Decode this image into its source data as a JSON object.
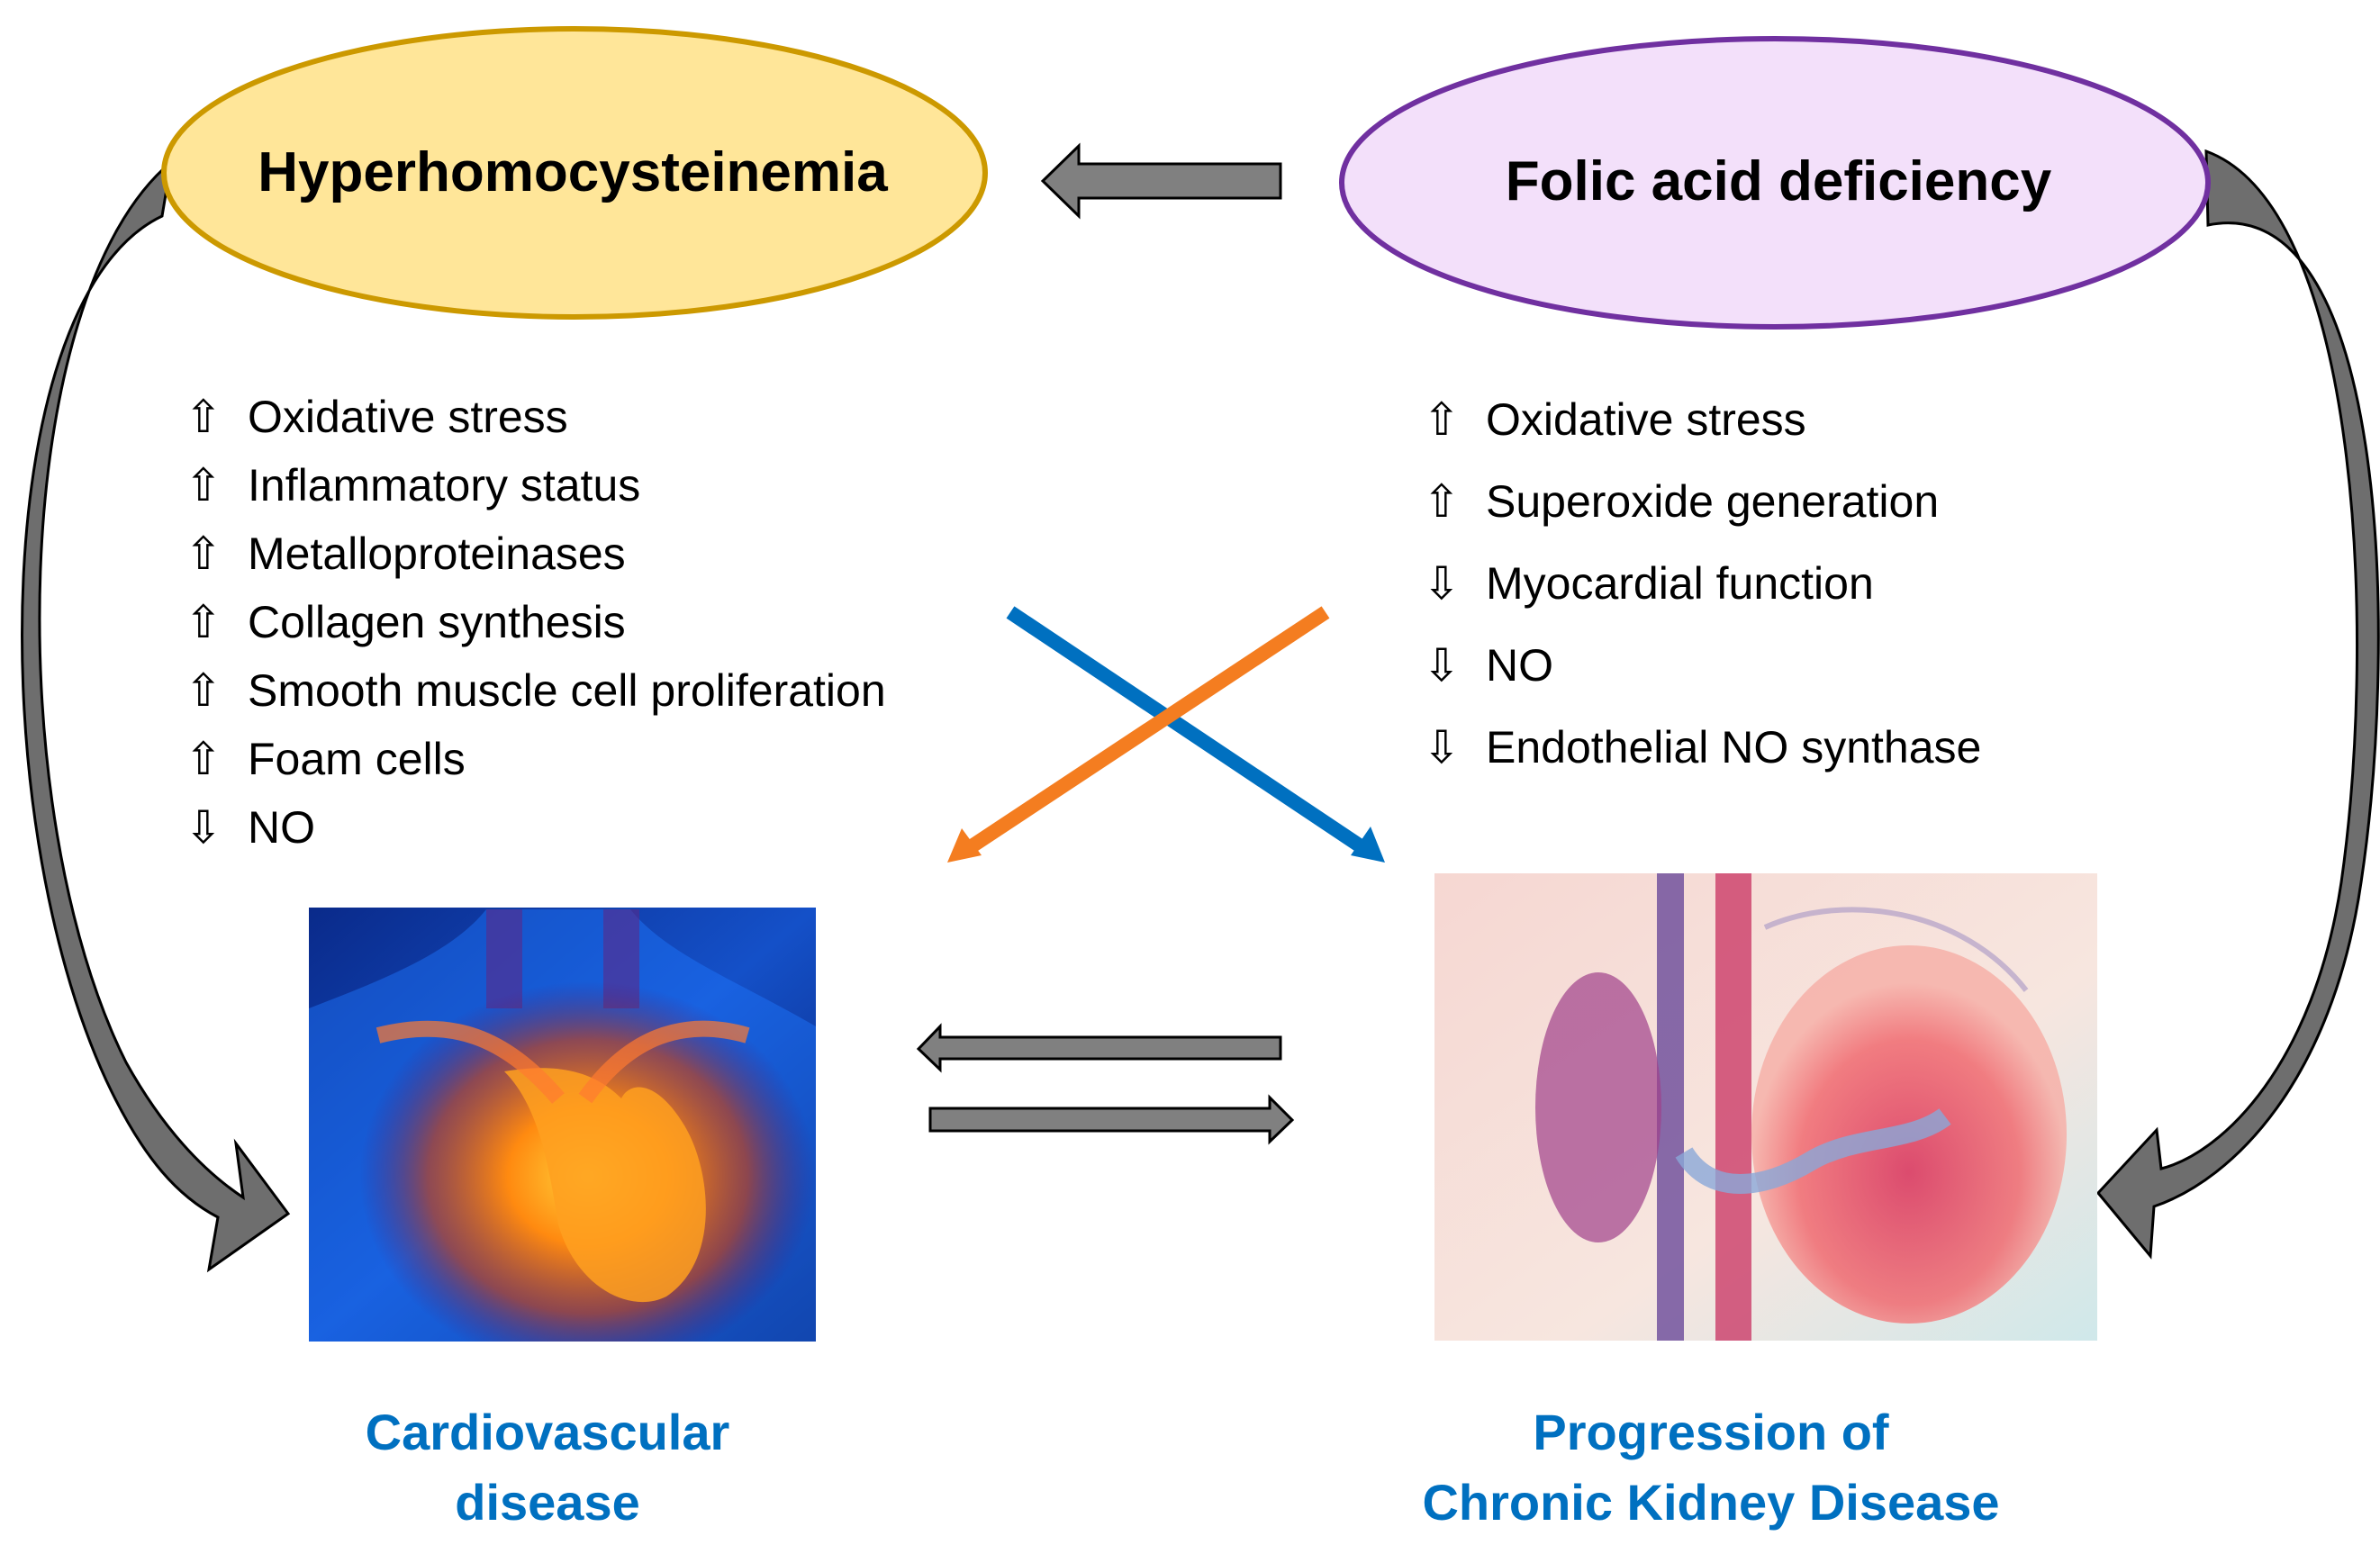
{
  "diagram": {
    "nodes": {
      "hyperhomocysteinemia": {
        "label": "Hyperhomocysteinemia",
        "fill": "#FFE699",
        "stroke": "#CC9900"
      },
      "folic_acid_deficiency": {
        "label": "Folic acid deficiency",
        "fill": "#F3E0FA",
        "stroke": "#7030A0"
      }
    },
    "left_effects": [
      {
        "direction": "up",
        "arrow": "⇧",
        "text": "Oxidative stress"
      },
      {
        "direction": "up",
        "arrow": "⇧",
        "text": "Inflammatory status"
      },
      {
        "direction": "up",
        "arrow": "⇧",
        "text": "Metalloproteinases"
      },
      {
        "direction": "up",
        "arrow": "⇧",
        "text": "Collagen synthesis"
      },
      {
        "direction": "up",
        "arrow": "⇧",
        "text": "Smooth muscle cell proliferation"
      },
      {
        "direction": "up",
        "arrow": "⇧",
        "text": "Foam cells"
      },
      {
        "direction": "down",
        "arrow": "⇩",
        "text": "NO"
      }
    ],
    "right_effects": [
      {
        "direction": "up",
        "arrow": "⇧",
        "text": "Oxidative stress"
      },
      {
        "direction": "up",
        "arrow": "⇧",
        "text": "Superoxide generation"
      },
      {
        "direction": "down",
        "arrow": "⇩",
        "text": "Myocardial function"
      },
      {
        "direction": "down",
        "arrow": "⇩",
        "text": "NO"
      },
      {
        "direction": "down",
        "arrow": "⇩",
        "text": "Endothelial NO synthase"
      }
    ],
    "outcomes": {
      "cardiovascular": {
        "line1": "Cardiovascular",
        "line2": "disease",
        "image": "heart-illustration"
      },
      "ckd": {
        "line1": "Progression of",
        "line2": "Chronic Kidney Disease",
        "image": "kidney-illustration"
      }
    },
    "colors": {
      "outcome_text": "#0070C0",
      "arrow_gray": "#808080",
      "cross_blue": "#0070C0",
      "cross_orange": "#F47D20"
    }
  }
}
